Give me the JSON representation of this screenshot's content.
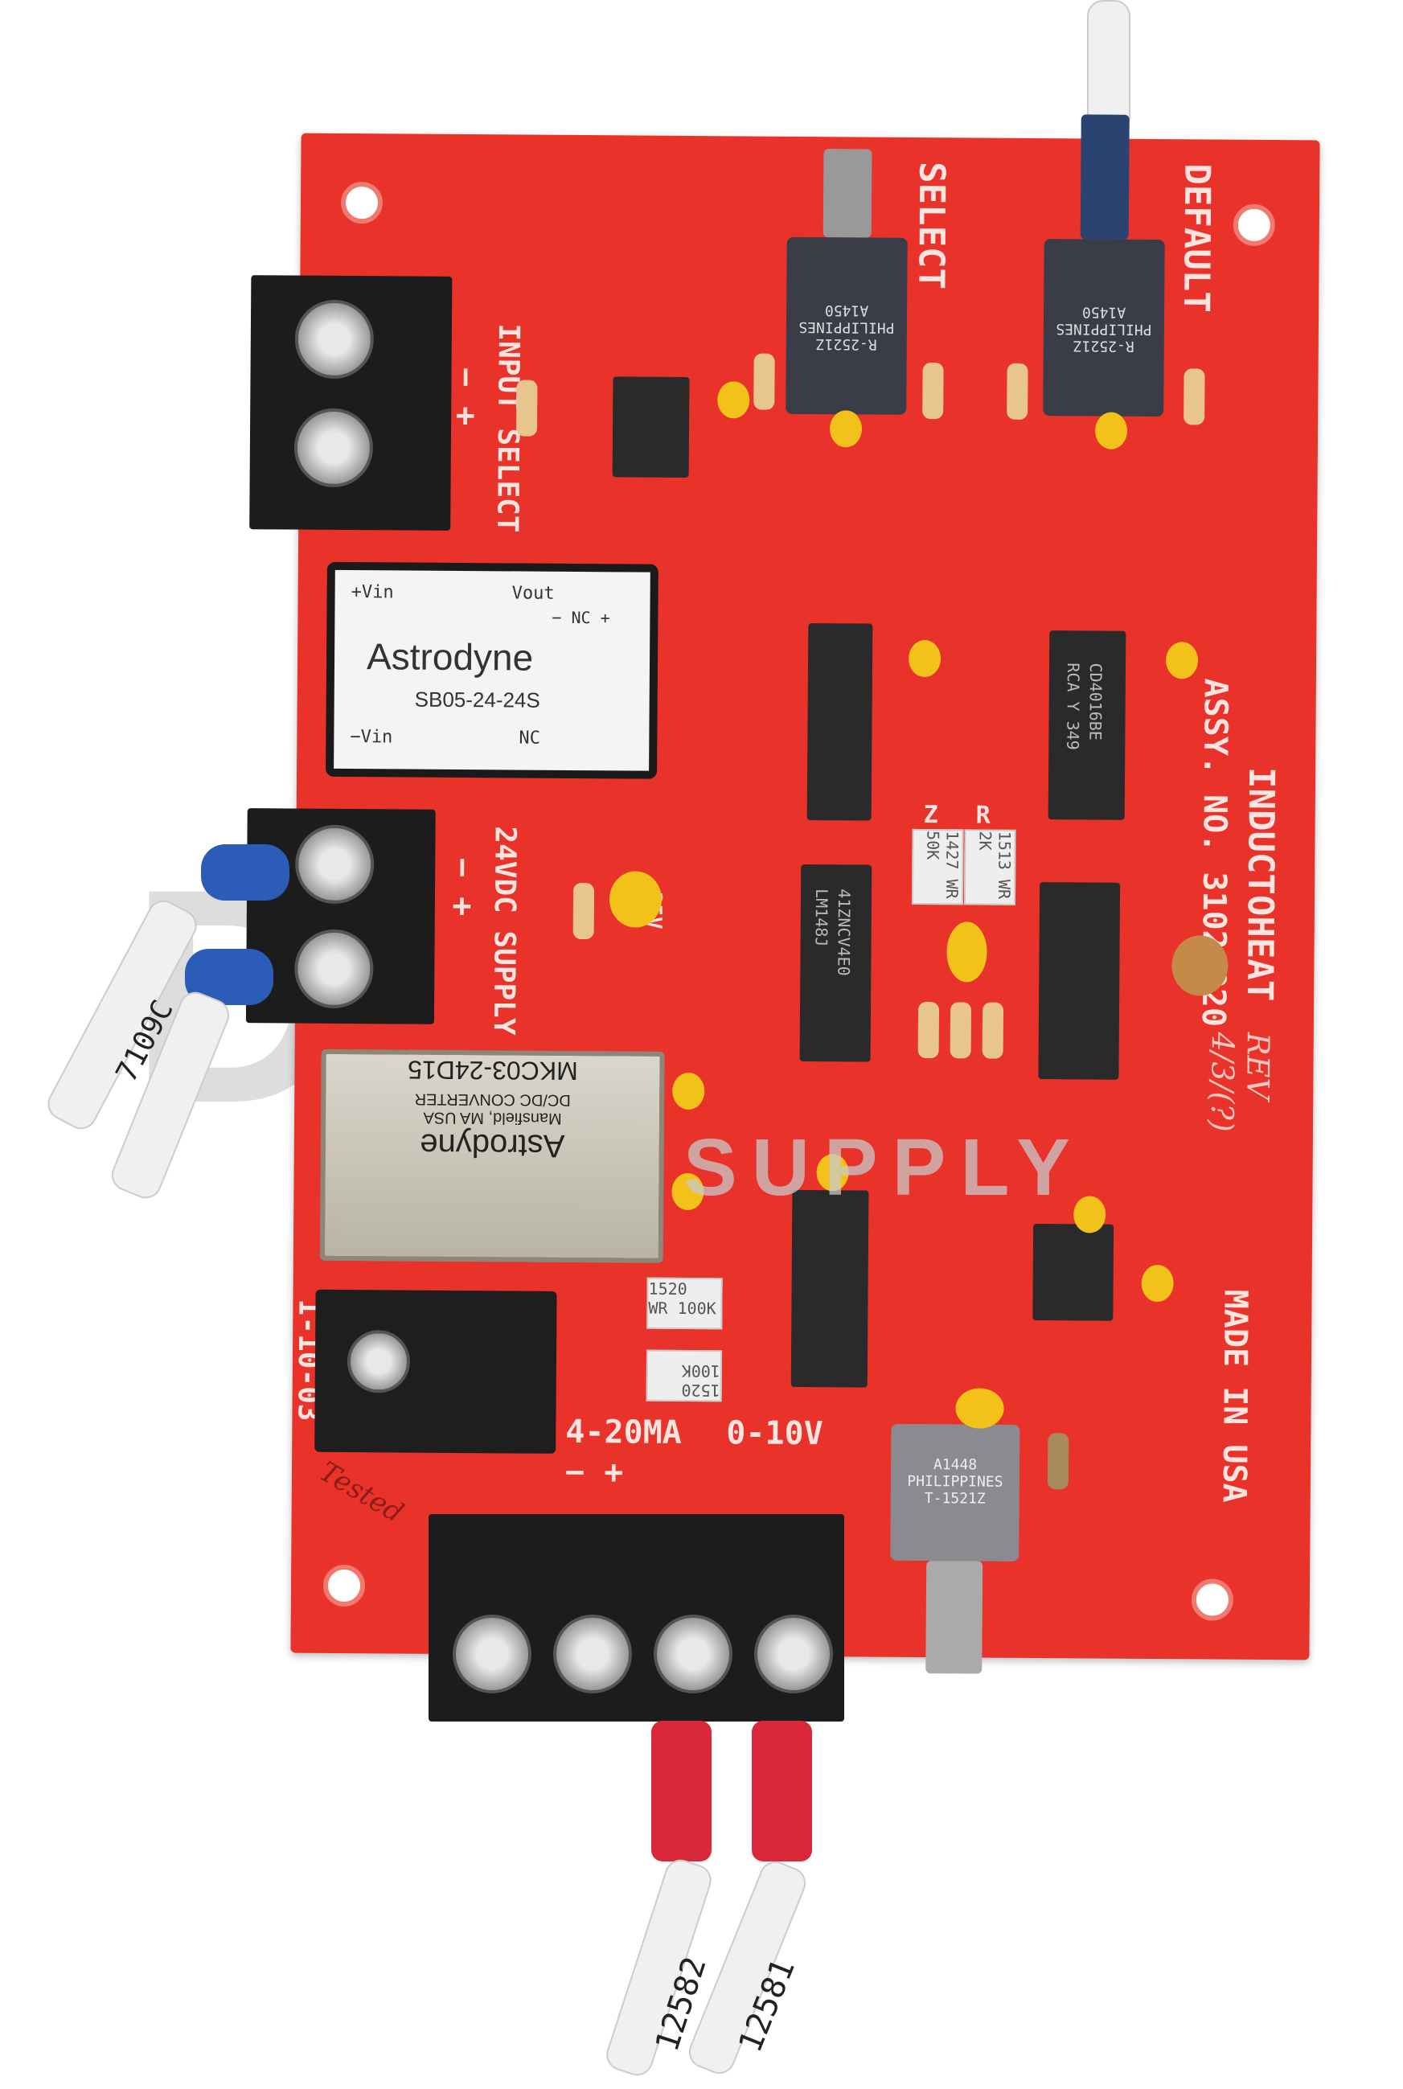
{
  "board": {
    "labels": {
      "select": "SELECT",
      "default": "DEFAULT",
      "input_select": "INPUT SELECT",
      "input_polarity": "−   +",
      "supply": "24VDC SUPPLY",
      "supply_polarity": "−   +",
      "cap_voltage": "35V",
      "out1": "4-20MA",
      "out2": "0-10V",
      "out_polarity": "−  +",
      "date": "I-10-03",
      "tested": "Tested",
      "maker": "INDUCTOHEAT",
      "assy": "ASSY. NO. 3102-020",
      "rev": "REV 4/3/(?)",
      "origin": "MADE IN USA",
      "trim_z": "Z",
      "trim_r": "R"
    },
    "fiber_connectors": [
      {
        "brand": "A1450",
        "origin": "PHILIPPINES",
        "part": "R-2521Z"
      },
      {
        "brand": "A1450",
        "origin": "PHILIPPINES",
        "part": "R-2521Z"
      },
      {
        "brand": "A1448",
        "origin": "PHILIPPINES",
        "part": "T-1521Z"
      }
    ],
    "converter1": {
      "brand": "Astrodyne",
      "model": "SB05-24-24S",
      "vin_plus": "+Vin",
      "vout": "Vout",
      "nc_top": "− NC +",
      "vin_minus": "−Vin",
      "nc_bottom": "NC"
    },
    "converter2": {
      "brand": "Astrodyne",
      "model": "MKC03-24D15",
      "desc": "DC/DC CONVERTER",
      "city": "Mansfield, MA USA"
    },
    "ics": {
      "opamp": "41ZNCV4E0",
      "opamp_model": "LM148J",
      "switch": "CD4016BE",
      "switch_mfr": "RCA Y 349"
    },
    "trimmers": [
      {
        "code": "1427",
        "value": "WR 50K"
      },
      {
        "code": "1513",
        "value": "WR 2K"
      },
      {
        "code": "1520",
        "value": "WR 100K"
      },
      {
        "code": "1520",
        "value": "100K"
      }
    ],
    "wire_tags": [
      "7109C",
      "12582",
      "12581"
    ]
  },
  "watermark": {
    "text": "DSS",
    "sub": "SUPPLY"
  },
  "colors": {
    "pcb": "#e8322a",
    "silk": "#fbe3df"
  }
}
